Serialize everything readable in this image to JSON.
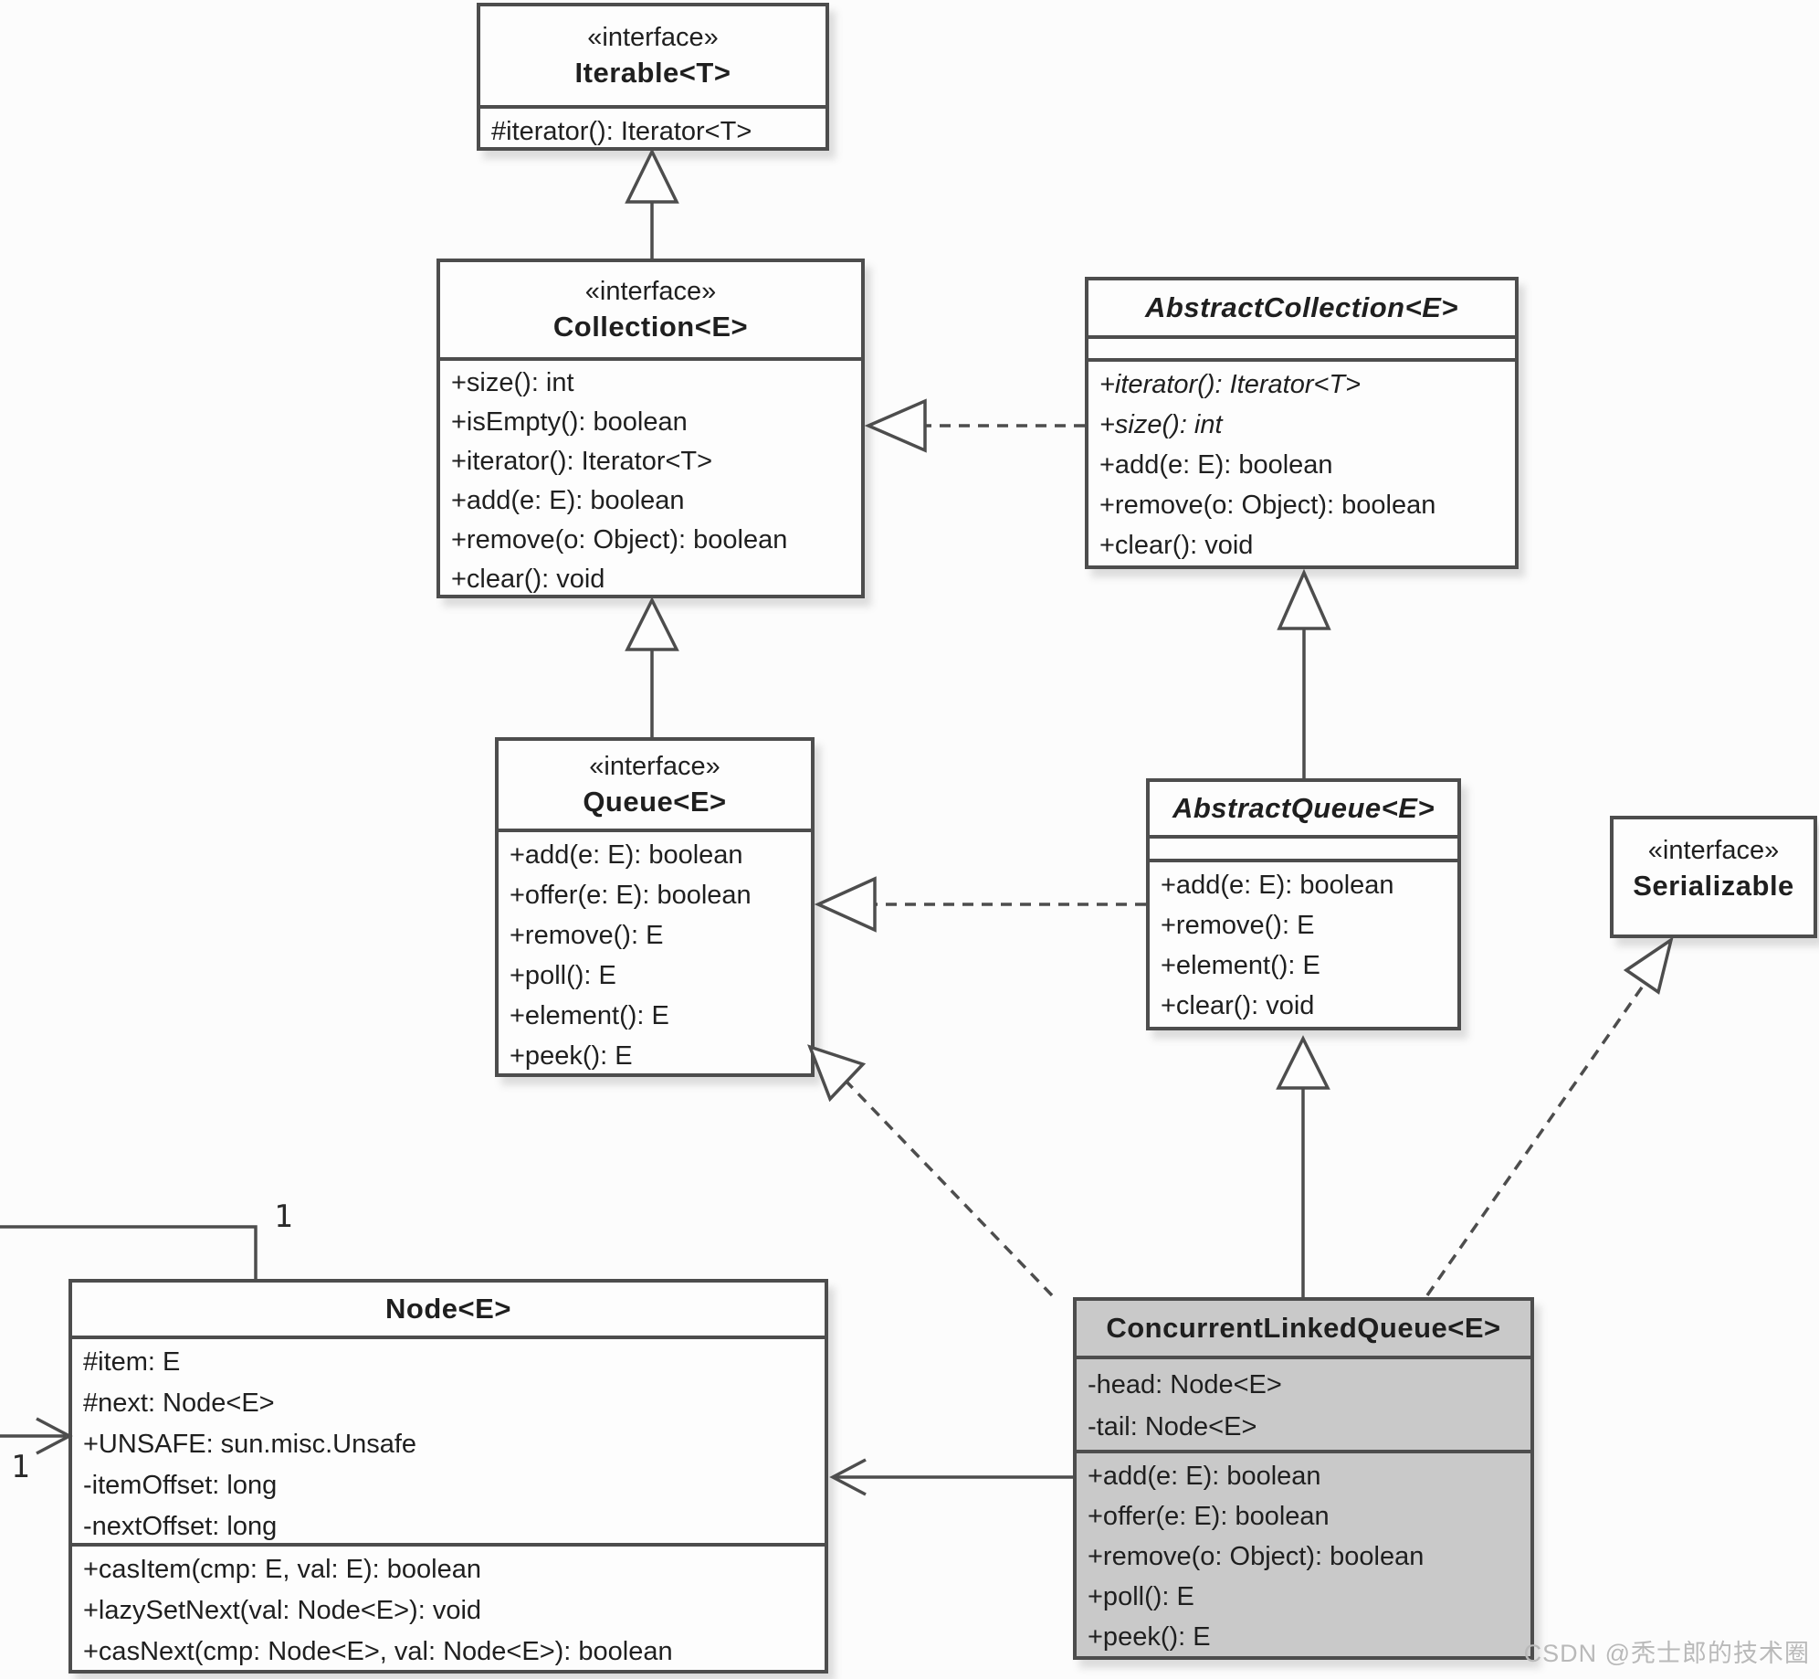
{
  "watermark": "CSDN @秃士郎的技术圈",
  "labels": {
    "node_assoc_top_multiplicity": "1",
    "node_assoc_left_multiplicity": "1"
  },
  "colors": {
    "bg": "#fcfcfc",
    "border": "#4d4d4d",
    "fill": "#fdfdfd",
    "hl": "#c9c9c9",
    "text": "#1f1f1f",
    "wm": "#b9b9b9"
  },
  "classes": {
    "iterable": {
      "stereotype": "«interface»",
      "name": "Iterable<T>",
      "methods": [
        {
          "t": "#iterator(): Iterator<T>",
          "i": false
        }
      ]
    },
    "collection": {
      "stereotype": "«interface»",
      "name": "Collection<E>",
      "methods": [
        {
          "t": "+size(): int",
          "i": false
        },
        {
          "t": "+isEmpty(): boolean",
          "i": false
        },
        {
          "t": "+iterator(): Iterator<T>",
          "i": false
        },
        {
          "t": "+add(e: E): boolean",
          "i": false
        },
        {
          "t": "+remove(o: Object): boolean",
          "i": false
        },
        {
          "t": "+clear(): void",
          "i": false
        }
      ]
    },
    "abstract_collection": {
      "name": "AbstractCollection<E>",
      "methods": [
        {
          "t": "+iterator(): Iterator<T>",
          "i": true
        },
        {
          "t": "+size(): int",
          "i": true
        },
        {
          "t": "+add(e: E): boolean",
          "i": false
        },
        {
          "t": "+remove(o: Object): boolean",
          "i": false
        },
        {
          "t": "+clear(): void",
          "i": false
        }
      ]
    },
    "queue": {
      "stereotype": "«interface»",
      "name": "Queue<E>",
      "methods": [
        {
          "t": "+add(e: E): boolean",
          "i": false
        },
        {
          "t": "+offer(e: E): boolean",
          "i": false
        },
        {
          "t": "+remove(): E",
          "i": false
        },
        {
          "t": "+poll(): E",
          "i": false
        },
        {
          "t": "+element(): E",
          "i": false
        },
        {
          "t": "+peek(): E",
          "i": false
        }
      ]
    },
    "abstract_queue": {
      "name": "AbstractQueue<E>",
      "methods": [
        {
          "t": "+add(e: E): boolean",
          "i": false
        },
        {
          "t": "+remove(): E",
          "i": false
        },
        {
          "t": "+element(): E",
          "i": false
        },
        {
          "t": "+clear(): void",
          "i": false
        }
      ]
    },
    "serializable": {
      "stereotype": "«interface»",
      "name": "Serializable"
    },
    "node": {
      "name": "Node<E>",
      "attributes": [
        {
          "t": "#item: E",
          "i": false
        },
        {
          "t": "#next: Node<E>",
          "i": false
        },
        {
          "t": "+UNSAFE: sun.misc.Unsafe",
          "i": false
        },
        {
          "t": "-itemOffset: long",
          "i": false
        },
        {
          "t": "-nextOffset: long",
          "i": false
        }
      ],
      "methods": [
        {
          "t": "+casItem(cmp: E, val: E): boolean",
          "i": false
        },
        {
          "t": "+lazySetNext(val: Node<E>): void",
          "i": false
        },
        {
          "t": "+casNext(cmp: Node<E>, val: Node<E>): boolean",
          "i": false
        }
      ]
    },
    "concurrent_linked_queue": {
      "name": "ConcurrentLinkedQueue<E>",
      "attributes": [
        {
          "t": "-head: Node<E>",
          "i": false
        },
        {
          "t": "-tail: Node<E>",
          "i": false
        }
      ],
      "methods": [
        {
          "t": "+add(e: E): boolean",
          "i": false
        },
        {
          "t": "+offer(e: E): boolean",
          "i": false
        },
        {
          "t": "+remove(o: Object): boolean",
          "i": false
        },
        {
          "t": "+poll(): E",
          "i": false
        },
        {
          "t": "+peek(): E",
          "i": false
        }
      ]
    }
  }
}
